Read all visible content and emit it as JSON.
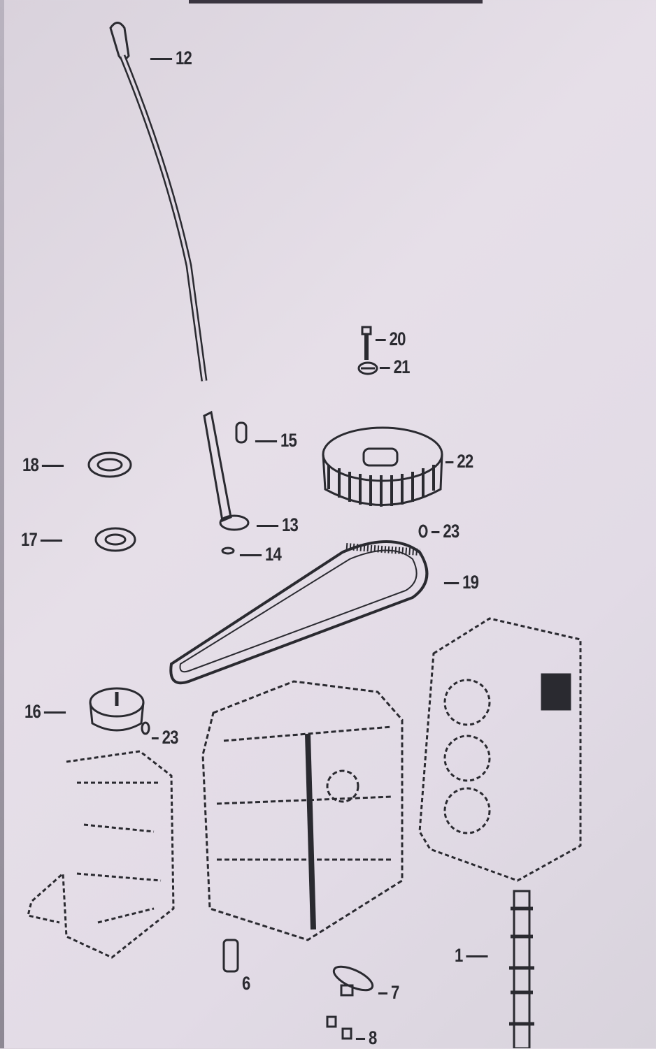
{
  "diagram": {
    "title": "Exploded parts diagram - powerhead",
    "callouts": {
      "p12": "12",
      "p20": "20",
      "p21": "21",
      "p15": "15",
      "p22": "22",
      "p18": "18",
      "p13": "13",
      "p17": "17",
      "p14": "14",
      "p23a": "23",
      "p19": "19",
      "p16": "16",
      "p23b": "23",
      "p1": "1",
      "p6": "6",
      "p7": "7",
      "p8": "8"
    },
    "colors": {
      "line": "#2a2a30",
      "background": "#e0d9e3"
    }
  }
}
